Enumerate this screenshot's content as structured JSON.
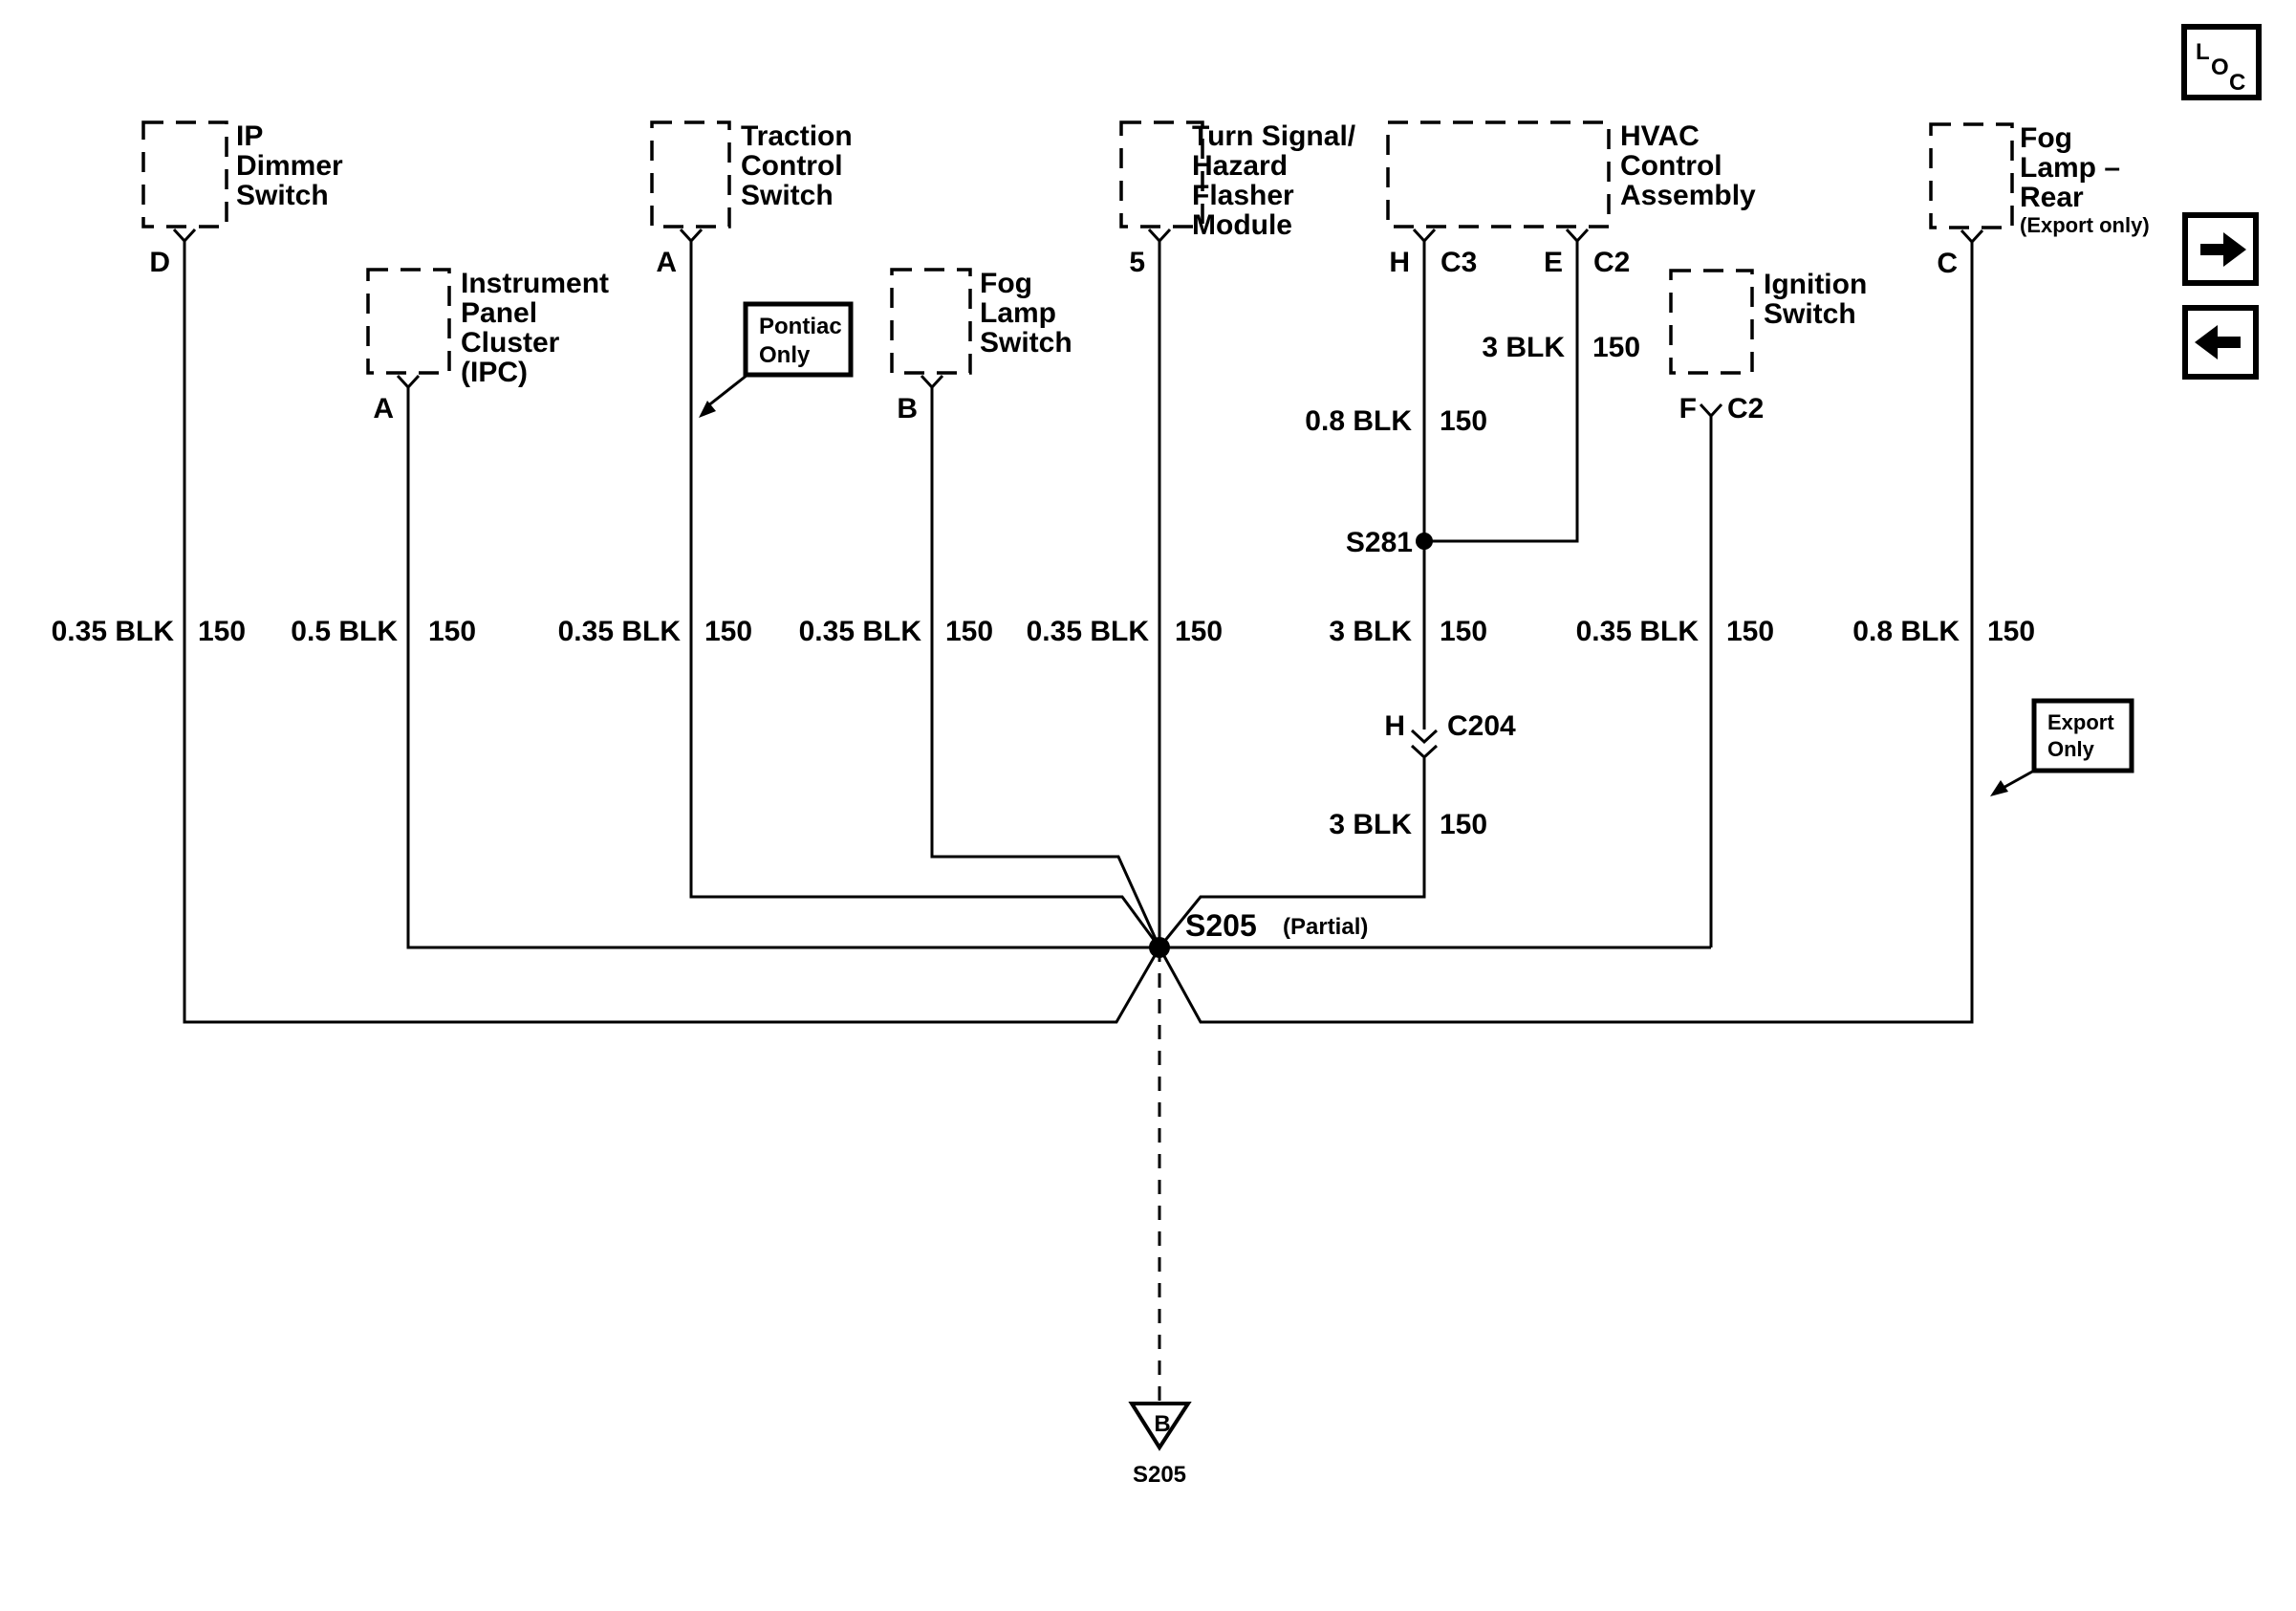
{
  "palette": {
    "ink": "#000000",
    "paper": "#ffffff"
  },
  "nav": {
    "loc_letters": [
      "L",
      "O",
      "C"
    ],
    "next_icon": "right-arrow",
    "prev_icon": "left-arrow"
  },
  "components": {
    "ip_dimmer": {
      "lines": [
        "IP",
        "Dimmer",
        "Switch"
      ],
      "pin": "D"
    },
    "ipc": {
      "lines": [
        "Instrument",
        "Panel",
        "Cluster",
        "(IPC)"
      ],
      "pin": "A"
    },
    "traction": {
      "lines": [
        "Traction",
        "Control",
        "Switch"
      ],
      "pin": "A"
    },
    "fog_switch": {
      "lines": [
        "Fog",
        "Lamp",
        "Switch"
      ],
      "pin": "B"
    },
    "turn_signal": {
      "lines": [
        "Turn Signal/",
        "Hazard",
        "Flasher",
        "Module"
      ],
      "pin": "5"
    },
    "hvac": {
      "lines": [
        "HVAC",
        "Control",
        "Assembly"
      ],
      "pin_h": "H",
      "pin_h_conn": "C3",
      "pin_e": "E",
      "pin_e_conn": "C2"
    },
    "ignition": {
      "lines": [
        "Ignition",
        "Switch"
      ],
      "pin": "F",
      "pin_conn": "C2"
    },
    "fog_rear": {
      "lines": [
        "Fog",
        "Lamp –",
        "Rear",
        "(Export only)"
      ],
      "pin": "C"
    }
  },
  "wire_labels": {
    "w1": {
      "gauge": "0.35 BLK",
      "circuit": "150"
    },
    "w2": {
      "gauge": "0.5 BLK",
      "circuit": "150"
    },
    "w3": {
      "gauge": "0.35 BLK",
      "circuit": "150"
    },
    "w4": {
      "gauge": "0.35 BLK",
      "circuit": "150"
    },
    "w5": {
      "gauge": "0.35 BLK",
      "circuit": "150"
    },
    "w6": {
      "gauge": "3 BLK",
      "circuit": "150"
    },
    "w7": {
      "gauge": "0.35 BLK",
      "circuit": "150"
    },
    "w8": {
      "gauge": "0.8 BLK",
      "circuit": "150"
    },
    "h_upper": {
      "gauge": "0.8 BLK",
      "circuit": "150"
    },
    "e_branch": {
      "gauge": "3 BLK",
      "circuit": "150"
    },
    "h_lower": {
      "gauge": "3 BLK",
      "circuit": "150"
    }
  },
  "splices": {
    "s281": "S281",
    "s205": "S205",
    "s205_note": "(Partial)",
    "s205_bottom": "S205",
    "s205_ref_letter": "B"
  },
  "connectors": {
    "c204_pin": "H",
    "c204": "C204"
  },
  "callouts": {
    "pontiac": [
      "Pontiac",
      "Only"
    ],
    "export": [
      "Export",
      "Only"
    ]
  }
}
